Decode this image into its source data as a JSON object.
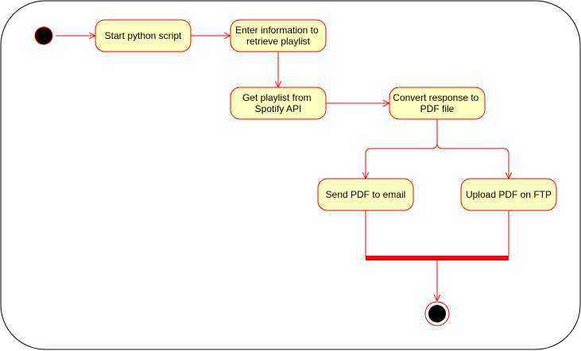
{
  "colors": {
    "frame_stroke": "#000000",
    "node_fill": "#ffffc0",
    "node_stroke": "#ff0000",
    "edge": "#ff0000",
    "bar": "#ff0000",
    "start_node": "#000000",
    "end_ring": "#ff0000"
  },
  "nodes": {
    "start_python_script": [
      "Start python script"
    ],
    "enter_information": [
      "Enter information to",
      "retrieve playlist"
    ],
    "get_playlist": [
      "Get playlist from",
      "Spotify API"
    ],
    "convert_response": [
      "Convert response to",
      "PDF file"
    ],
    "send_pdf": [
      "Send PDF to email"
    ],
    "upload_pdf": [
      "Upload PDF on FTP"
    ]
  }
}
